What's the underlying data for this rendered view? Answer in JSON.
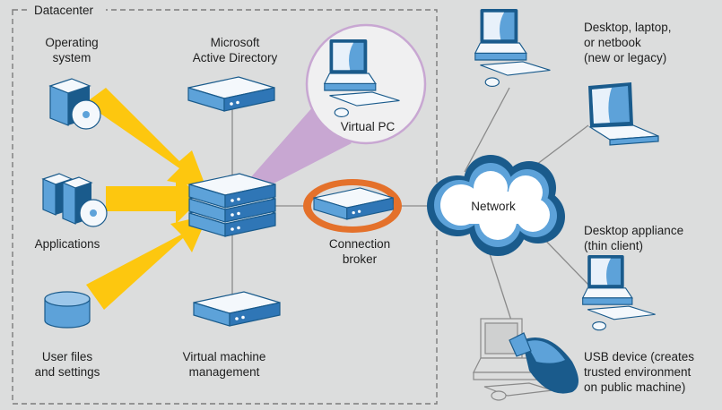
{
  "datacenter": {
    "title": "Datacenter"
  },
  "inputs": {
    "operating_system": [
      "Operating",
      "system"
    ],
    "applications": [
      "Applications"
    ],
    "user_files": [
      "User files",
      "and settings"
    ]
  },
  "servers": {
    "active_directory": [
      "Microsoft",
      "Active Directory"
    ],
    "virtual_pc": [
      "Virtual PC"
    ],
    "connection_broker": [
      "Connection",
      "broker"
    ],
    "vm_management": [
      "Virtual machine",
      "management"
    ]
  },
  "network": {
    "label": "Network"
  },
  "clients": {
    "desktop_laptop": [
      "Desktop, laptop,",
      "or netbook",
      "(new or legacy)"
    ],
    "thin_client": [
      "Desktop appliance",
      "(thin client)"
    ],
    "usb": [
      "USB device (creates",
      "trusted environment",
      "on public machine)"
    ]
  },
  "colors": {
    "background": "#dcdddd",
    "arrow": "#fdc70f",
    "lilac": "#c8a7d2",
    "device_blue": "#5da2d9",
    "device_dark": "#1a5b8c",
    "broker_ring": "#e4712b"
  }
}
